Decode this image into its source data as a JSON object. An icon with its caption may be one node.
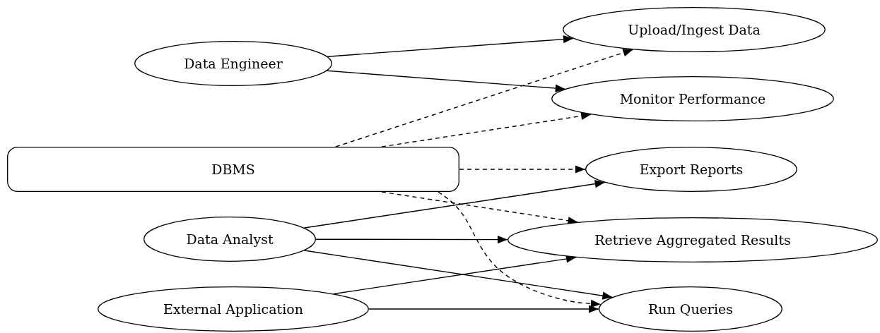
{
  "diagram": {
    "nodes": [
      {
        "text": [
          "Data Engineer"
        ]
      },
      {
        "text": [
          "DBMS"
        ]
      },
      {
        "text": [
          "Data Analyst"
        ]
      },
      {
        "text": [
          "External Application"
        ]
      },
      {
        "text": [
          "Upload/Ingest Data"
        ]
      },
      {
        "text": [
          "Monitor Performance"
        ]
      },
      {
        "text": [
          "Export Reports"
        ]
      },
      {
        "text": [
          "Retrieve Aggregated Results"
        ]
      },
      {
        "text": [
          "Run Queries"
        ]
      }
    ],
    "edges": [
      {
        "from": 0,
        "to": 4,
        "arrow": "to"
      },
      {
        "from": 0,
        "to": 5,
        "arrow": "to"
      },
      {
        "from": 1,
        "to": 4,
        "arrow": "to",
        "style": "dashed"
      },
      {
        "from": 1,
        "to": 5,
        "arrow": "to",
        "style": "dashed"
      },
      {
        "from": 1,
        "to": 6,
        "arrow": "to",
        "style": "dashed"
      },
      {
        "from": 1,
        "to": 7,
        "arrow": "to",
        "style": "dashed"
      },
      {
        "from": 1,
        "to": 8,
        "arrow": "to",
        "style": "dashed"
      },
      {
        "from": 2,
        "to": 6,
        "arrow": "to"
      },
      {
        "from": 2,
        "to": 7,
        "arrow": "to"
      },
      {
        "from": 2,
        "to": 8,
        "arrow": "to"
      },
      {
        "from": 3,
        "to": 7,
        "arrow": "to"
      },
      {
        "from": 3,
        "to": 8,
        "arrow": "to"
      }
    ]
  }
}
